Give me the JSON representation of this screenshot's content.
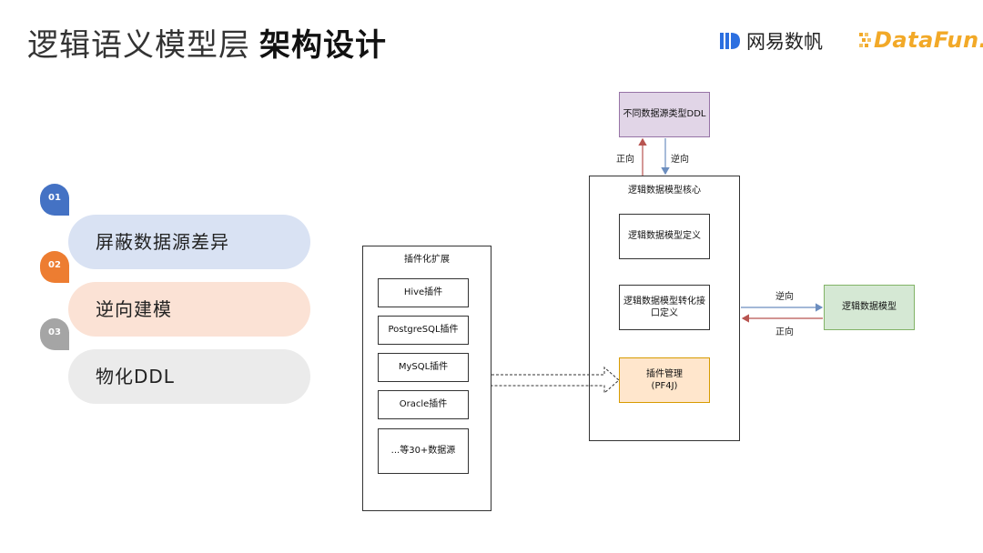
{
  "header": {
    "title_main": "逻辑语义模型层",
    "title_bold": "架构设计",
    "logo_netease": "网易数帆",
    "logo_datafun": "DataFun."
  },
  "features": [
    {
      "num": "01",
      "label": "屏蔽数据源差异",
      "badge_color": "#4472c4",
      "pill_color": "#d9e2f3"
    },
    {
      "num": "02",
      "label": "逆向建模",
      "badge_color": "#ed7d31",
      "pill_color": "#fbe2d5"
    },
    {
      "num": "03",
      "label": "物化DDL",
      "badge_color": "#a5a5a5",
      "pill_color": "#ebebeb"
    }
  ],
  "diagram": {
    "plugin_group_title": "插件化扩展",
    "plugins": [
      "Hive插件",
      "PostgreSQL插件",
      "MySQL插件",
      "Oracle插件",
      "...等30+数据源"
    ],
    "ddl_box": "不同数据源类型DDL",
    "core_title": "逻辑数据模型核心",
    "core_def": "逻辑数据模型定义",
    "core_conv": "逻辑数据模型转化接口定义",
    "plugin_mgr": "插件管理\n(PF4J)",
    "model_box": "逻辑数据模型",
    "forward": "正向",
    "reverse": "逆向"
  },
  "colors": {
    "ddl_fill": "#e1d5e7",
    "ddl_border": "#9673a6",
    "model_fill": "#d5e8d4",
    "model_border": "#82b366",
    "mgr_fill": "#ffe6cc",
    "mgr_border": "#d79b00",
    "arrow_red": "#b85450",
    "arrow_blue": "#6c8ebf"
  }
}
